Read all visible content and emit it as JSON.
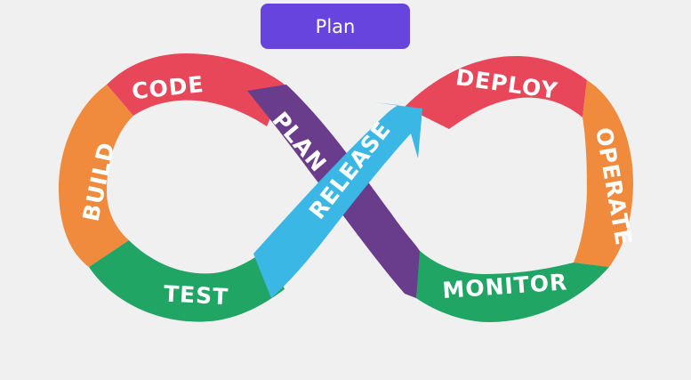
{
  "title_pill": {
    "label": "Plan",
    "color": "#6644dd"
  },
  "stages": {
    "code": {
      "label": "CODE",
      "color": "#e8475a"
    },
    "build": {
      "label": "BUILD",
      "color": "#f08a3c"
    },
    "test": {
      "label": "TEST",
      "color": "#20a565"
    },
    "plan": {
      "label": "PLAN",
      "color": "#6a3d8c"
    },
    "release": {
      "label": "RELEASE",
      "color": "#3bb7e6"
    },
    "deploy": {
      "label": "DEPLOY",
      "color": "#e8475a"
    },
    "operate": {
      "label": "OPERATE",
      "color": "#f08a3c"
    },
    "monitor": {
      "label": "MONITOR",
      "color": "#20a565"
    }
  }
}
